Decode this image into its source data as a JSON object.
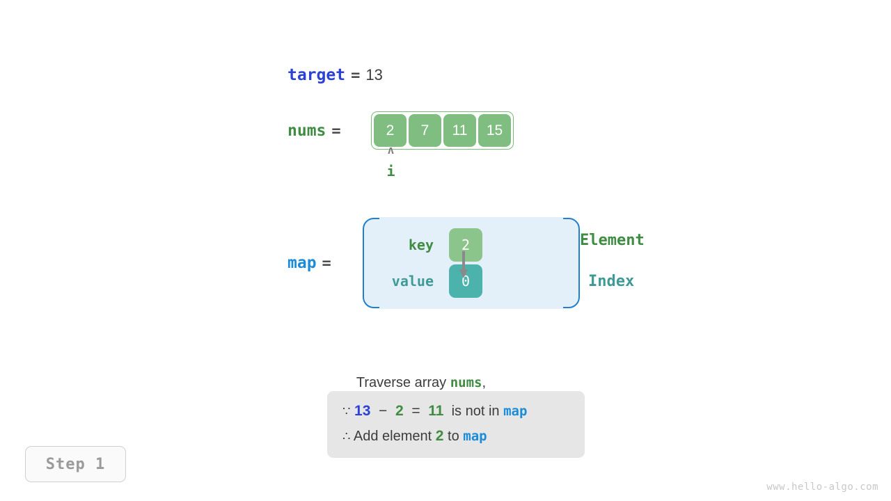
{
  "title": "Two Sum hash map animation step",
  "colors": {
    "array_cell": "#7fbe80",
    "array_border": "#77bb77",
    "map_fill": "#e3f0fa",
    "map_border": "#1f7fd0",
    "key_box": "#8cc58c",
    "value_box": "#4cb3ac",
    "green_text": "#3f8c42",
    "teal_text": "#3f9a95",
    "blue_text": "#1a8cd8",
    "dark_blue_text": "#2c41d6",
    "reason_box": "#e6e6e6",
    "badge_text": "#9a9a9a"
  },
  "target": {
    "name": "target",
    "equals": "=",
    "value": "13"
  },
  "nums": {
    "name": "nums",
    "equals": "=",
    "cells": [
      "2",
      "7",
      "11",
      "15"
    ]
  },
  "pointer": {
    "caret": "ʌ",
    "label": "i"
  },
  "map": {
    "name": "map",
    "equals": "=",
    "rows": [
      {
        "label": "key",
        "box_value": "2"
      },
      {
        "label": "value",
        "box_value": "0"
      }
    ],
    "side_labels": {
      "element": "Element",
      "index": "Index"
    }
  },
  "description": {
    "prefix": "Traverse array ",
    "array_name": "nums",
    "suffix": ",",
    "reason": {
      "because_symbol": "∵",
      "target": "13",
      "minus": "−",
      "element": "2",
      "equals": "=",
      "complement": "11",
      "not_in_text": "is not in",
      "map_name": "map",
      "therefore_symbol": "∴",
      "add_text": "Add element",
      "add_value": "2",
      "to_text": "to",
      "to_map_name": "map"
    }
  },
  "step_badge": {
    "label": "Step 1"
  },
  "watermark": {
    "text": "www.hello-algo.com"
  }
}
